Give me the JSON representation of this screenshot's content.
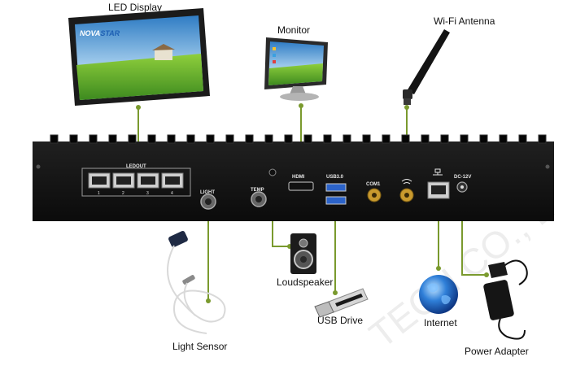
{
  "devices": {
    "led_display": "LED Display",
    "monitor": "Monitor",
    "wifi_antenna": "Wi-Fi Antenna",
    "loudspeaker": "Loudspeaker",
    "usb_drive": "USB Drive",
    "internet": "Internet",
    "power_adapter": "Power Adapter",
    "light_sensor": "Light Sensor"
  },
  "screen_brand": {
    "part1": "NOVA",
    "part2": "STAR"
  },
  "ports": {
    "ledout": "LEDOUT",
    "ledout_numbers": [
      "1",
      "2",
      "3",
      "4"
    ],
    "light": "LIGHT",
    "temp": "TEMP",
    "hdmi": "HDMI",
    "usb": "USB3.0",
    "com": "COM1",
    "dc": "DC-12V"
  },
  "watermark": "TECH CO., L",
  "colors": {
    "connector_line": "#7a9a2e",
    "device_body": "#1a1a1a",
    "usb_port": "#2c63c9"
  }
}
